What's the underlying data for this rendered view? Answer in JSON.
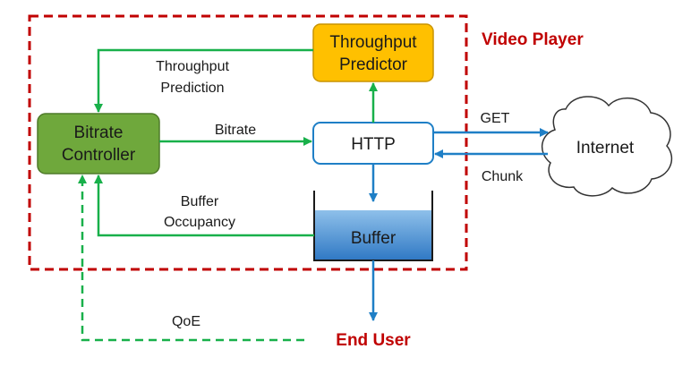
{
  "title": "Video Player",
  "end_user": "End User",
  "boxes": {
    "throughput_predictor": [
      "Throughput",
      "Predictor"
    ],
    "bitrate_controller": [
      "Bitrate",
      "Controller"
    ],
    "http": "HTTP",
    "buffer": "Buffer",
    "internet": "Internet"
  },
  "labels": {
    "throughput_prediction": [
      "Throughput",
      "Prediction"
    ],
    "bitrate": "Bitrate",
    "buffer_occupancy": [
      "Buffer",
      "Occupancy"
    ],
    "get": "GET",
    "chunk": "Chunk",
    "qoe": "QoE"
  },
  "colors": {
    "green": "#18b04a",
    "blue": "#1f7fc6",
    "red": "#c00000",
    "predictor_fill": "#ffc000",
    "controller_fill": "#6fa83c"
  }
}
